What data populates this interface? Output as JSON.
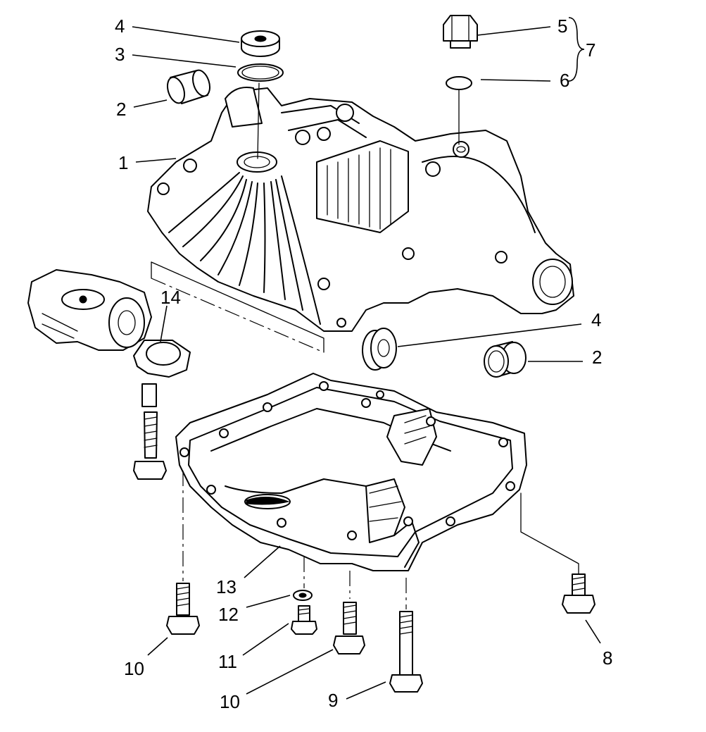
{
  "callouts": [
    {
      "id": "c1",
      "label": "1"
    },
    {
      "id": "c2a",
      "label": "2"
    },
    {
      "id": "c2b",
      "label": "2"
    },
    {
      "id": "c3",
      "label": "3"
    },
    {
      "id": "c4a",
      "label": "4"
    },
    {
      "id": "c4b",
      "label": "4"
    },
    {
      "id": "c5",
      "label": "5"
    },
    {
      "id": "c6",
      "label": "6"
    },
    {
      "id": "c7",
      "label": "7"
    },
    {
      "id": "c8",
      "label": "8"
    },
    {
      "id": "c9",
      "label": "9"
    },
    {
      "id": "c10a",
      "label": "10"
    },
    {
      "id": "c10b",
      "label": "10"
    },
    {
      "id": "c11",
      "label": "11"
    },
    {
      "id": "c12",
      "label": "12"
    },
    {
      "id": "c13",
      "label": "13"
    },
    {
      "id": "c14",
      "label": "14"
    }
  ],
  "parts": [
    "upper-housing",
    "bushing",
    "retaining-ring",
    "seal",
    "plug",
    "o-ring",
    "lower-housing",
    "bolt",
    "filter-assembly",
    "washer"
  ]
}
